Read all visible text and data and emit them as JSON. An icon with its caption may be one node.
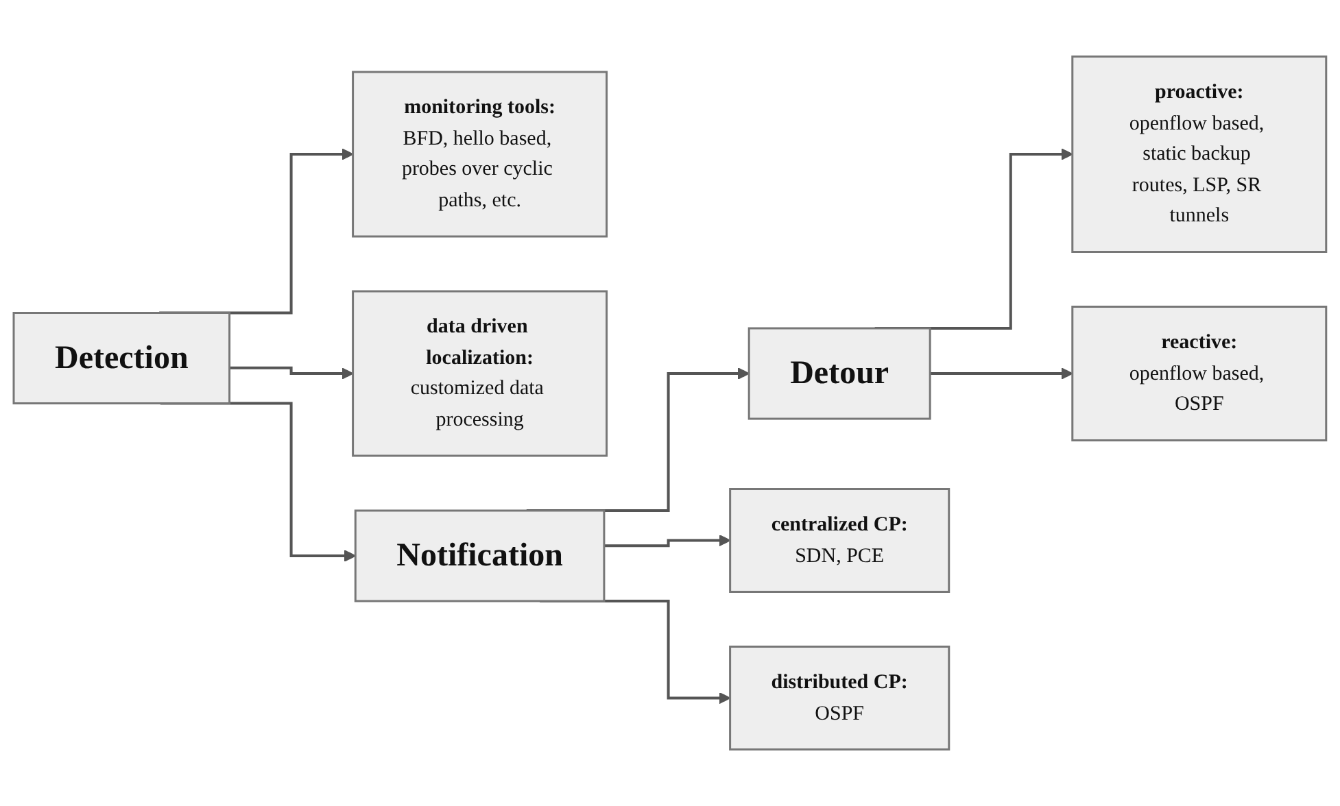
{
  "diagram": {
    "nodes": [
      {
        "text": [
          "Detection"
        ]
      },
      {
        "text": [
          "Notification"
        ]
      },
      {
        "text": [
          "Detour"
        ]
      },
      {
        "text": [
          "monitoring tools:",
          "BFD, hello based, probes over cyclic paths, etc."
        ]
      },
      {
        "text": [
          "data driven localization:",
          "customized data processing"
        ]
      },
      {
        "text": [
          "centralized CP:",
          "SDN, PCE"
        ]
      },
      {
        "text": [
          "distributed CP:",
          "OSPF"
        ]
      },
      {
        "text": [
          "proactive:",
          "openflow based, static backup routes, LSP, SR tunnels"
        ]
      },
      {
        "text": [
          "reactive:",
          "openflow based, OSPF"
        ]
      }
    ],
    "edges": [
      {
        "from": 0,
        "to": 1,
        "arrow": "to"
      },
      {
        "from": 1,
        "to": 2,
        "arrow": "to"
      },
      {
        "from": 0,
        "to": 3,
        "arrow": "to"
      },
      {
        "from": 0,
        "to": 4,
        "arrow": "to"
      },
      {
        "from": 1,
        "to": 5,
        "arrow": "to"
      },
      {
        "from": 1,
        "to": 6,
        "arrow": "to"
      },
      {
        "from": 2,
        "to": 7,
        "arrow": "to"
      },
      {
        "from": 2,
        "to": 8,
        "arrow": "to"
      }
    ]
  }
}
